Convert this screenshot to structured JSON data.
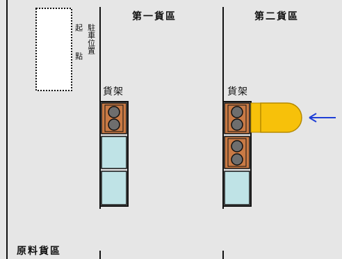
{
  "zones": {
    "zone1": "第一貨區",
    "zone2": "第二貨區",
    "raw": "原料貨區"
  },
  "rack_label": "貨架",
  "park": {
    "line1": "駐車位置",
    "line2": "起點"
  },
  "colors": {
    "floor": "#e6e6e6",
    "wall": "#111111",
    "crate": "#c97a45",
    "empty_slot": "#bfe3e6",
    "agv": "#f7c10a",
    "arrow": "#1f3fd6"
  }
}
